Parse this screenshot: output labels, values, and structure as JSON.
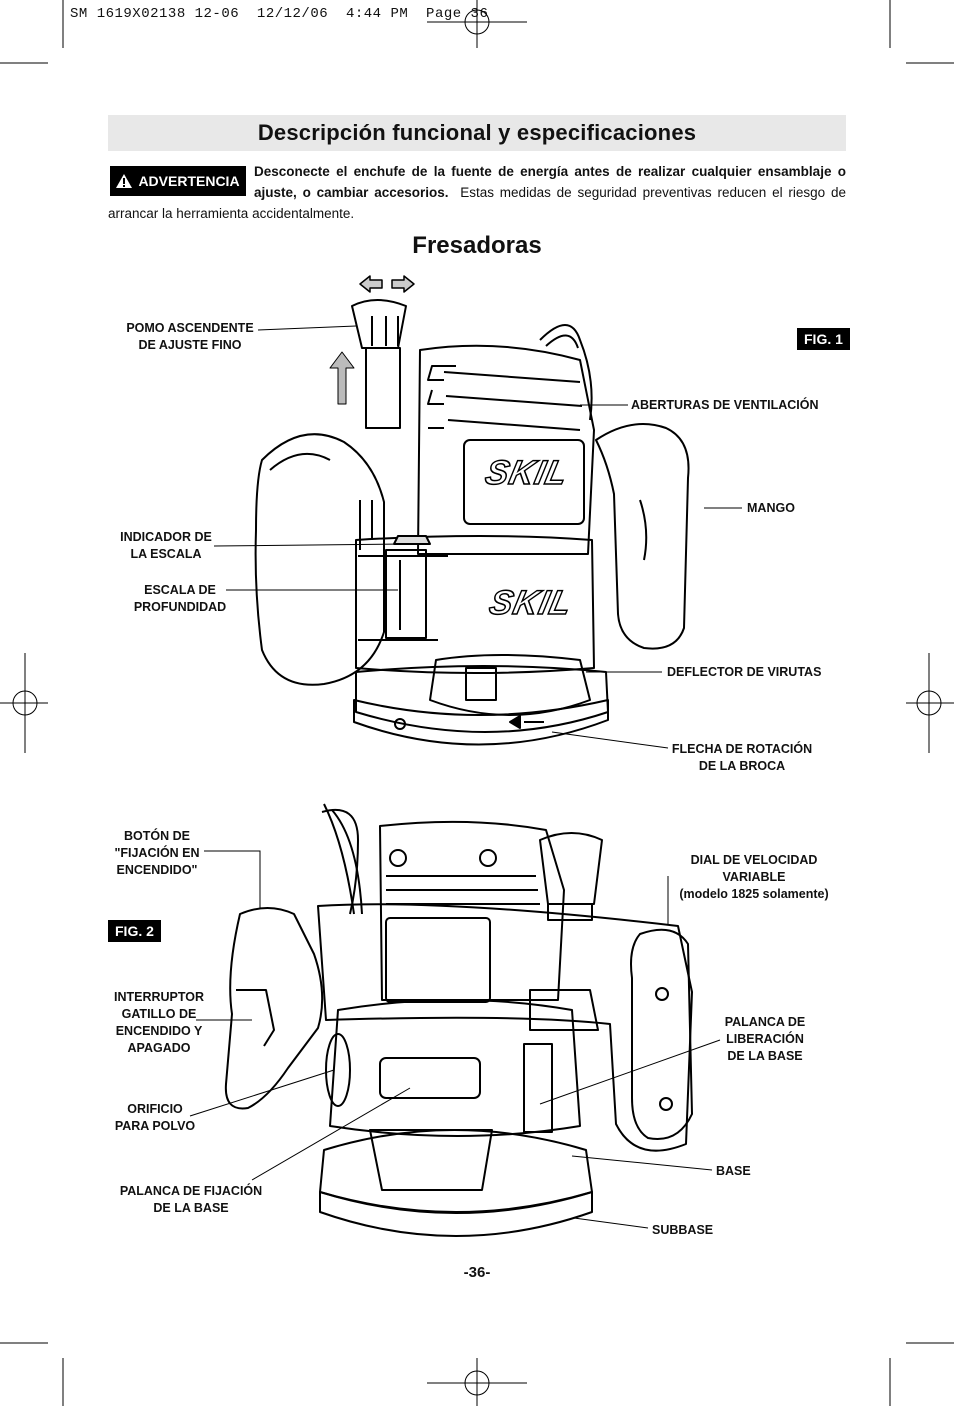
{
  "header_slug": "SM 1619X02138 12-06  12/12/06  4:44 PM  Page 36",
  "section_title": "Descripción funcional y especificaciones",
  "warning": {
    "badge": "ADVERTENCIA",
    "bold_text": "Desconecte el enchufe de la fuente de energía antes de realizar cualquier ensamblaje o ajuste, o cambiar accesorios.",
    "text": "Estas medidas de seguridad preventivas reducen el riesgo de arrancar la herramienta accidentalmente."
  },
  "heading": "Fresadoras",
  "fig1": {
    "tag": "FIG. 1",
    "brand": "SKIL",
    "labels": {
      "pomo": "POMO ASCENDENTE\nDE AJUSTE FINO",
      "aberturas": "ABERTURAS DE VENTILACIÓN",
      "mango": "MANGO",
      "indicador": "INDICADOR DE\nLA ESCALA",
      "escala": "ESCALA DE\nPROFUNDIDAD",
      "deflector": "DEFLECTOR DE VIRUTAS",
      "flecha": "FLECHA DE ROTACIÓN\nDE LA BROCA"
    }
  },
  "fig2": {
    "tag": "FIG. 2",
    "labels": {
      "boton": "BOTÓN DE\n\"FIJACIÓN EN\nENCENDIDO\"",
      "dial": "DIAL DE VELOCIDAD\nVARIABLE\n(modelo 1825 solamente)",
      "interruptor": "INTERRUPTOR\nGATILLO DE\nENCENDIDO Y\nAPAGADO",
      "palanca_lib": "PALANCA DE\nLIBERACIÓN\nDE LA BASE",
      "orificio": "ORIFICIO\nPARA POLVO",
      "palanca_fij": "PALANCA DE FIJACIÓN\nDE LA BASE",
      "base": "BASE",
      "subbase": "SUBBASE"
    }
  },
  "page_number": "-36-"
}
